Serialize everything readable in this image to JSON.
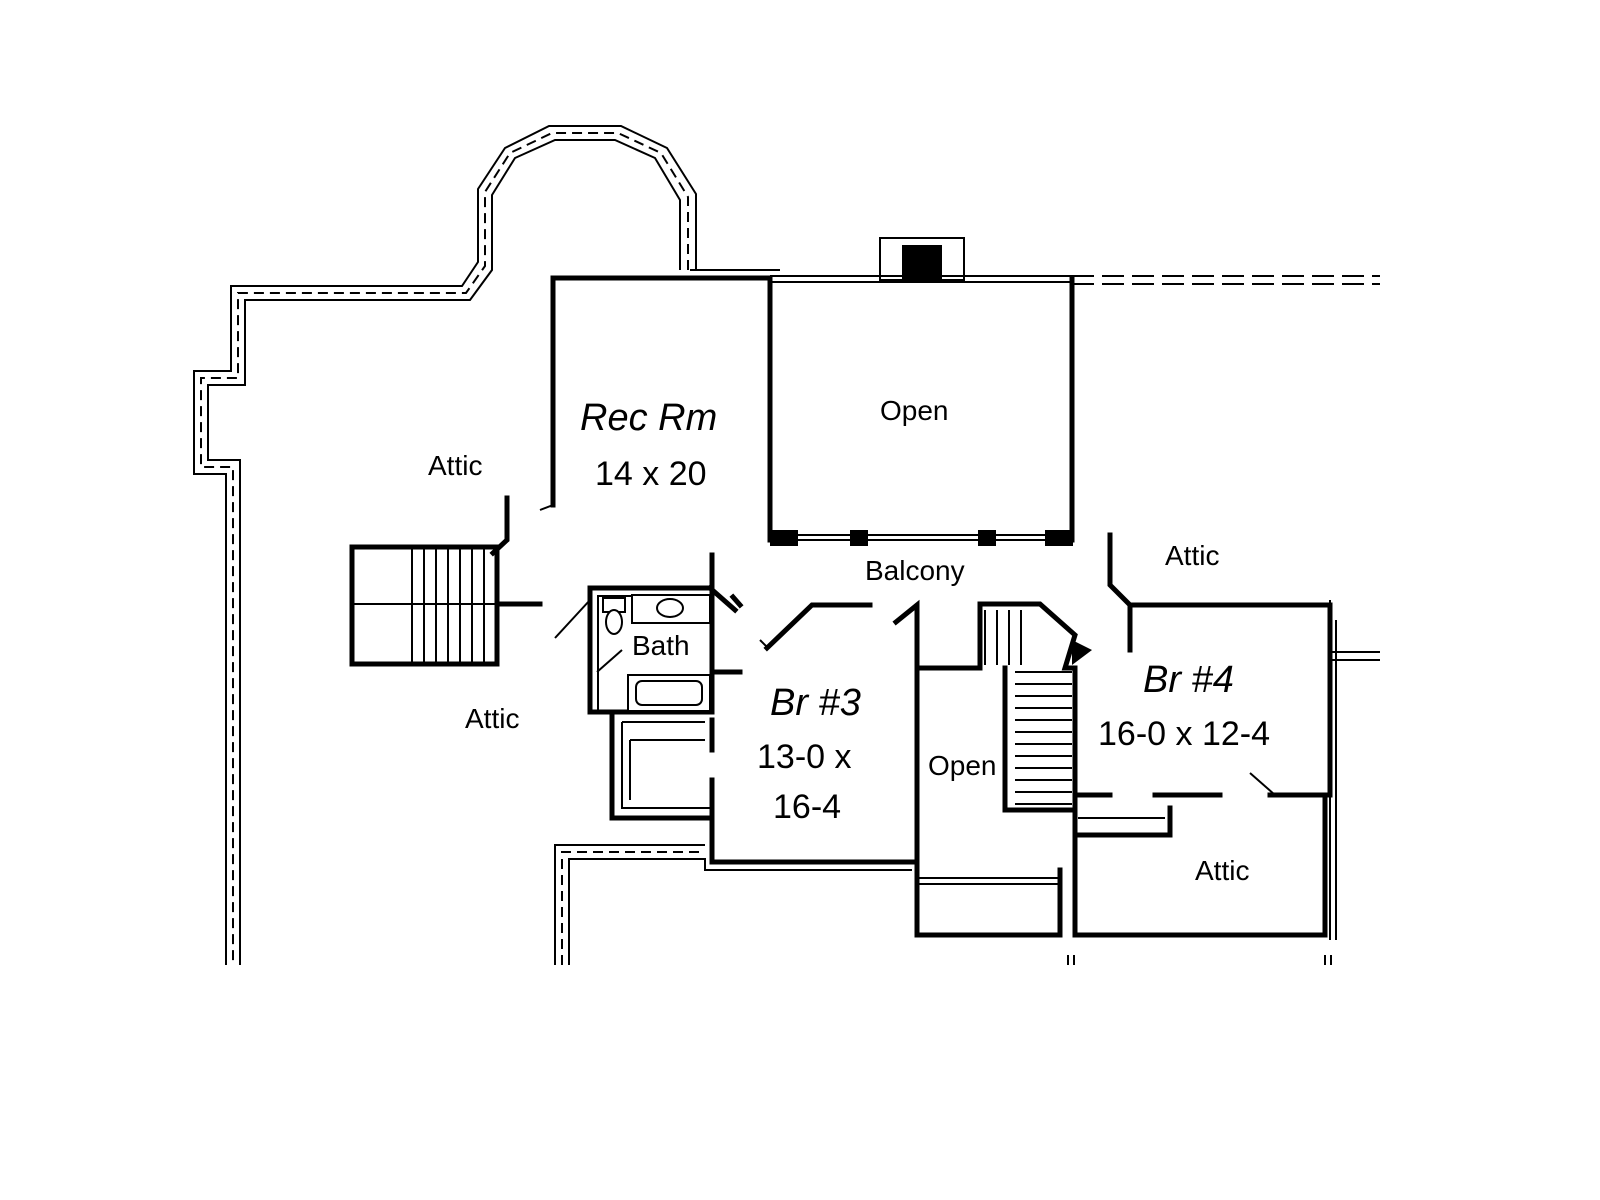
{
  "rooms": {
    "rec_room": {
      "name": "Rec Rm",
      "size": "14 x 20"
    },
    "open_upper": {
      "name": "Open"
    },
    "balcony": {
      "name": "Balcony"
    },
    "bath": {
      "name": "Bath"
    },
    "bedroom3": {
      "name": "Br #3",
      "size_line1": "13-0 x",
      "size_line2": "16-4"
    },
    "open_lower": {
      "name": "Open"
    },
    "bedroom4": {
      "name": "Br #4",
      "size": "16-0 x 12-4"
    }
  },
  "attics": {
    "upper_left": "Attic",
    "lower_left": "Attic",
    "upper_right": "Attic",
    "lower_right": "Attic"
  },
  "colors": {
    "line": "#000000",
    "background": "#ffffff"
  }
}
